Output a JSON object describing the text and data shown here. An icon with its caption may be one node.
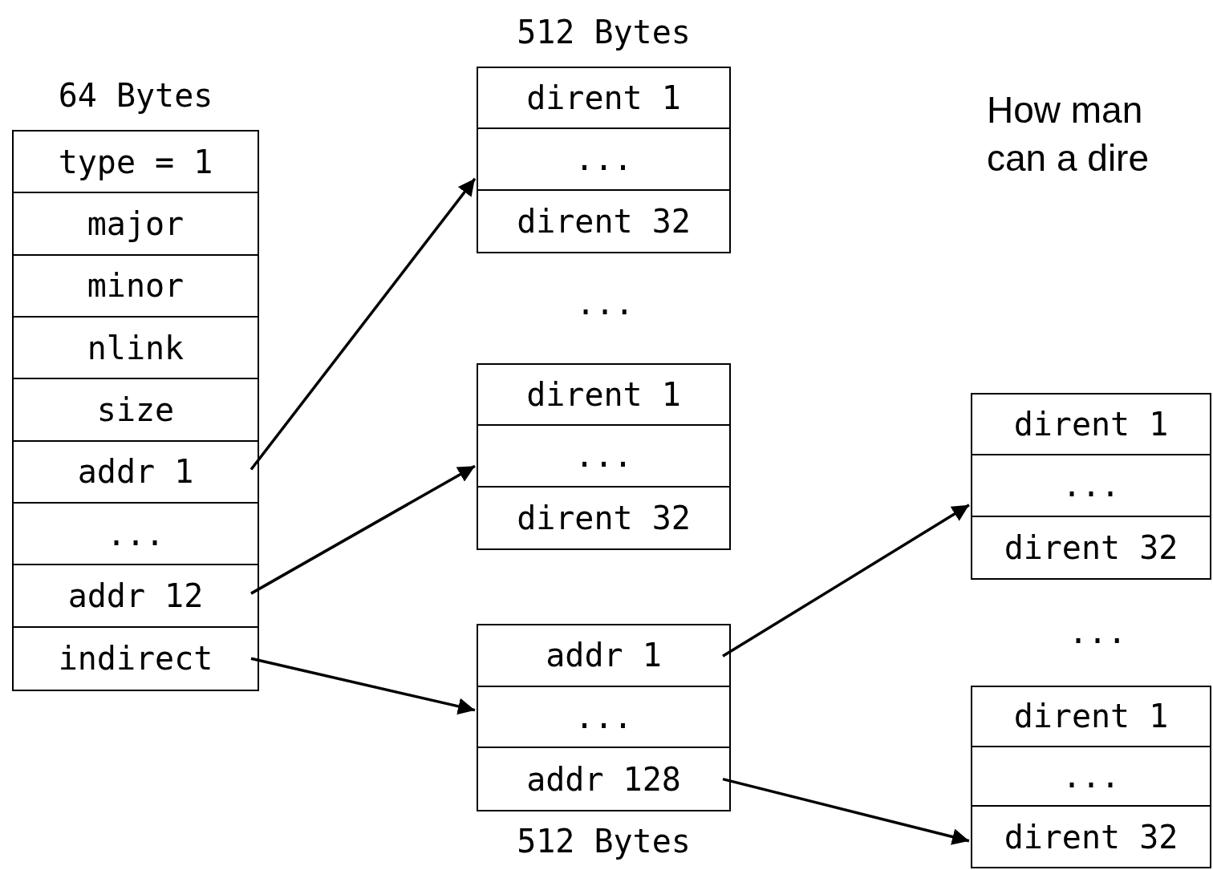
{
  "diagram": {
    "nodes": [
      {
        "text": [
          "64 Bytes"
        ]
      },
      {
        "text": [
          "type = 1"
        ],
        "in": 0
      },
      {
        "text": [
          "major"
        ],
        "in": 0
      },
      {
        "text": [
          "minor"
        ],
        "in": 0
      },
      {
        "text": [
          "nlink"
        ],
        "in": 0
      },
      {
        "text": [
          "size"
        ],
        "in": 0
      },
      {
        "text": [
          "addr 1"
        ],
        "in": 0
      },
      {
        "text": [
          "..."
        ],
        "in": 0
      },
      {
        "text": [
          "addr 12"
        ],
        "in": 0
      },
      {
        "text": [
          "indirect"
        ],
        "in": 0
      },
      {
        "text": [
          "512 Bytes"
        ]
      },
      {
        "text": [
          "dirent 1"
        ],
        "in": 10
      },
      {
        "text": [
          "..."
        ],
        "in": 10
      },
      {
        "text": [
          "dirent 32"
        ],
        "in": 10
      },
      {
        "text": [],
        "shape": "box"
      },
      {
        "text": [
          "dirent 1"
        ],
        "in": 14
      },
      {
        "text": [
          "..."
        ],
        "in": 14
      },
      {
        "text": [
          "dirent 32"
        ],
        "in": 14
      },
      {
        "text": [
          "512 Bytes"
        ]
      },
      {
        "text": [
          "addr 1"
        ],
        "in": 18
      },
      {
        "text": [
          "..."
        ],
        "in": 18
      },
      {
        "text": [
          "addr 128"
        ],
        "in": 18
      },
      {
        "text": [],
        "shape": "box"
      },
      {
        "text": [
          "dirent 1"
        ],
        "in": 22
      },
      {
        "text": [
          "..."
        ],
        "in": 22
      },
      {
        "text": [
          "dirent 32"
        ],
        "in": 22
      },
      {
        "text": [],
        "shape": "box"
      },
      {
        "text": [
          "dirent 1"
        ],
        "in": 26
      },
      {
        "text": [
          "..."
        ],
        "in": 26
      },
      {
        "text": [
          "dirent 32"
        ],
        "in": 26
      }
    ],
    "edges": [
      {
        "from": 6,
        "to": 10,
        "arrow": "to"
      },
      {
        "from": 8,
        "to": 14,
        "arrow": "to"
      },
      {
        "from": 9,
        "to": 18,
        "arrow": "to"
      },
      {
        "from": 19,
        "to": 22,
        "arrow": "to"
      },
      {
        "from": 21,
        "to": 26,
        "arrow": "to"
      }
    ],
    "labels": [
      "How man can a dire",
      "...",
      "..."
    ]
  }
}
